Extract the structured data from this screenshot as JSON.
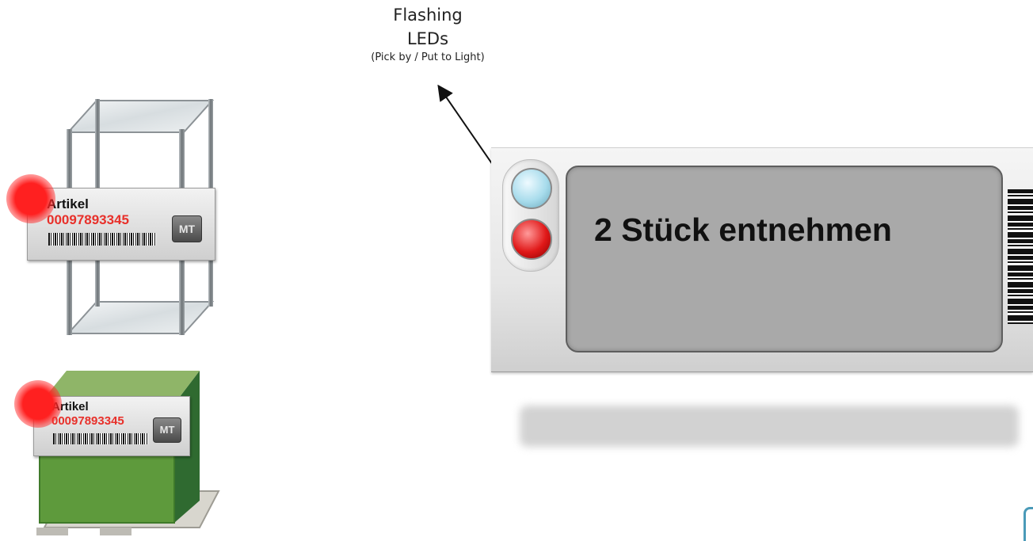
{
  "callout": {
    "title_line1": "Flashing",
    "title_line2": "LEDs",
    "subtitle": "(Pick by / Put to Light)"
  },
  "shelf_label": {
    "heading": "Artikel",
    "number": "00097893345",
    "logo": "MT"
  },
  "box_label": {
    "heading": "Artikel",
    "number": "00097893345",
    "logo": "MT"
  },
  "display": {
    "message": "2 Stück entnehmen",
    "led_top_state": "off",
    "led_bottom_state": "on"
  },
  "colors": {
    "led_red": "#e01818",
    "led_blue": "#a8dcec",
    "label_number_red": "#e8302a",
    "box_green": "#5e9a3c",
    "box_green_dark": "#2f6a30",
    "screen_gray": "#a9a9a9"
  }
}
